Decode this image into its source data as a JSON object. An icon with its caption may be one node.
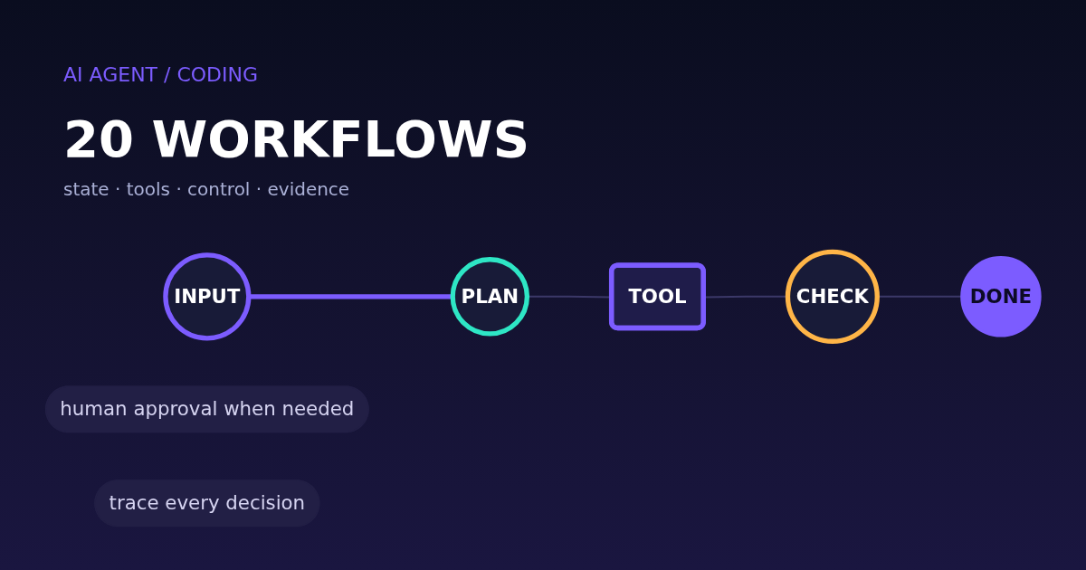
{
  "diagram": {
    "title": "20 WORKFLOWS",
    "nodes": [
      {
        "text": [
          "INPUT"
        ]
      },
      {
        "text": [
          "PLAN"
        ]
      },
      {
        "text": [
          "TOOL"
        ]
      },
      {
        "text": [
          "CHECK"
        ]
      },
      {
        "text": [
          "DONE"
        ]
      },
      {
        "text": [
          "human approval when needed"
        ]
      },
      {
        "text": [
          "trace every decision"
        ]
      }
    ],
    "edges": [
      {
        "from": 0,
        "to": 1,
        "arrow": "none",
        "style": "thick",
        "color": "#7c5cff"
      },
      {
        "from": 1,
        "to": 2,
        "arrow": "none"
      },
      {
        "from": 2,
        "to": 3,
        "arrow": "none"
      },
      {
        "from": 3,
        "to": 4,
        "arrow": "none"
      }
    ],
    "labels": [
      "AI AGENT / CODING",
      "state · tools · control · evidence"
    ]
  }
}
